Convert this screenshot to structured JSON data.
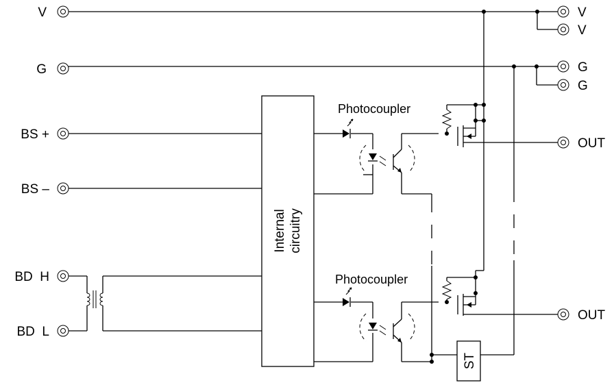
{
  "terminals": {
    "left": [
      "V",
      "G",
      "BS +",
      "BS –",
      "BD  H",
      "BD  L"
    ],
    "right": [
      "V",
      "V",
      "G",
      "G",
      "OUT",
      "OUT"
    ]
  },
  "blocks": {
    "internal_line1": "Internal",
    "internal_line2": "circuitry",
    "photocoupler": "Photocoupler",
    "st": "ST"
  },
  "icons": [
    "terminal-icon",
    "diode-icon",
    "led-icon",
    "phototransistor-icon",
    "mosfet-icon",
    "resistor-icon",
    "transformer-icon"
  ]
}
